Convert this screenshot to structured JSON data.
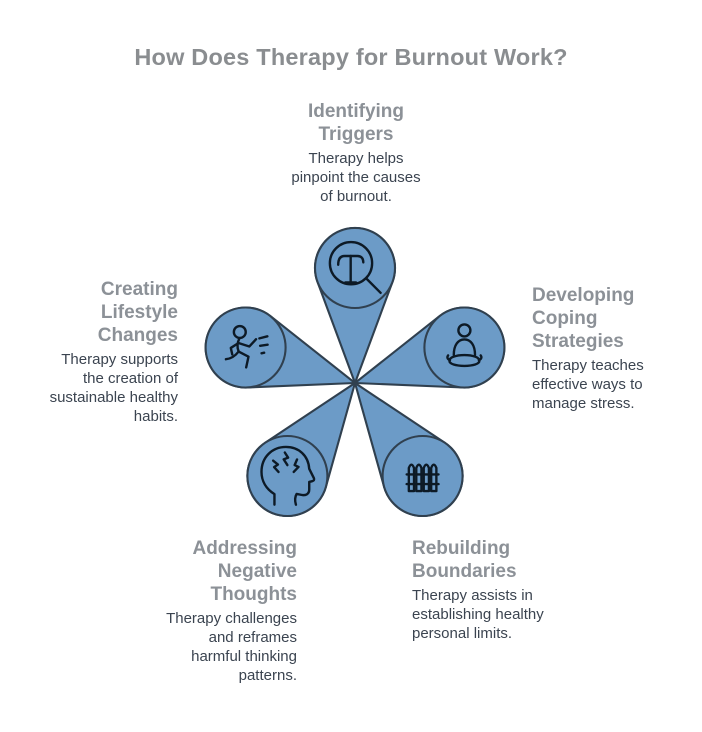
{
  "title": "How Does Therapy for Burnout Work?",
  "colors": {
    "background": "#FFFFFF",
    "petal_fill": "#6C9BC7",
    "petal_stroke": "#30404F",
    "icon_stroke": "#0D1A26",
    "title_color": "#8A8D90",
    "heading_color": "#8C9197",
    "description_color": "#3B4450"
  },
  "items": [
    {
      "position": "top",
      "icon": "magnifying-glass-text-icon",
      "heading_lines": [
        "Identifying",
        "Triggers"
      ],
      "description_lines": [
        "Therapy helps",
        "pinpoint the causes",
        "of burnout."
      ]
    },
    {
      "position": "right",
      "icon": "meditating-person-icon",
      "heading_lines": [
        "Developing",
        "Coping",
        "Strategies"
      ],
      "description_lines": [
        "Therapy teaches",
        "effective ways to",
        "manage stress."
      ]
    },
    {
      "position": "bottom-right",
      "icon": "picket-fence-icon",
      "heading_lines": [
        "Rebuilding",
        "Boundaries"
      ],
      "description_lines": [
        "Therapy assists in",
        "establishing healthy",
        "personal limits."
      ]
    },
    {
      "position": "bottom-left",
      "icon": "head-lightning-icon",
      "heading_lines": [
        "Addressing",
        "Negative",
        "Thoughts"
      ],
      "description_lines": [
        "Therapy challenges",
        "and reframes",
        "harmful thinking",
        "patterns."
      ]
    },
    {
      "position": "left",
      "icon": "running-person-icon",
      "heading_lines": [
        "Creating",
        "Lifestyle",
        "Changes"
      ],
      "description_lines": [
        "Therapy supports",
        "the creation of",
        "sustainable healthy",
        "habits."
      ]
    }
  ]
}
